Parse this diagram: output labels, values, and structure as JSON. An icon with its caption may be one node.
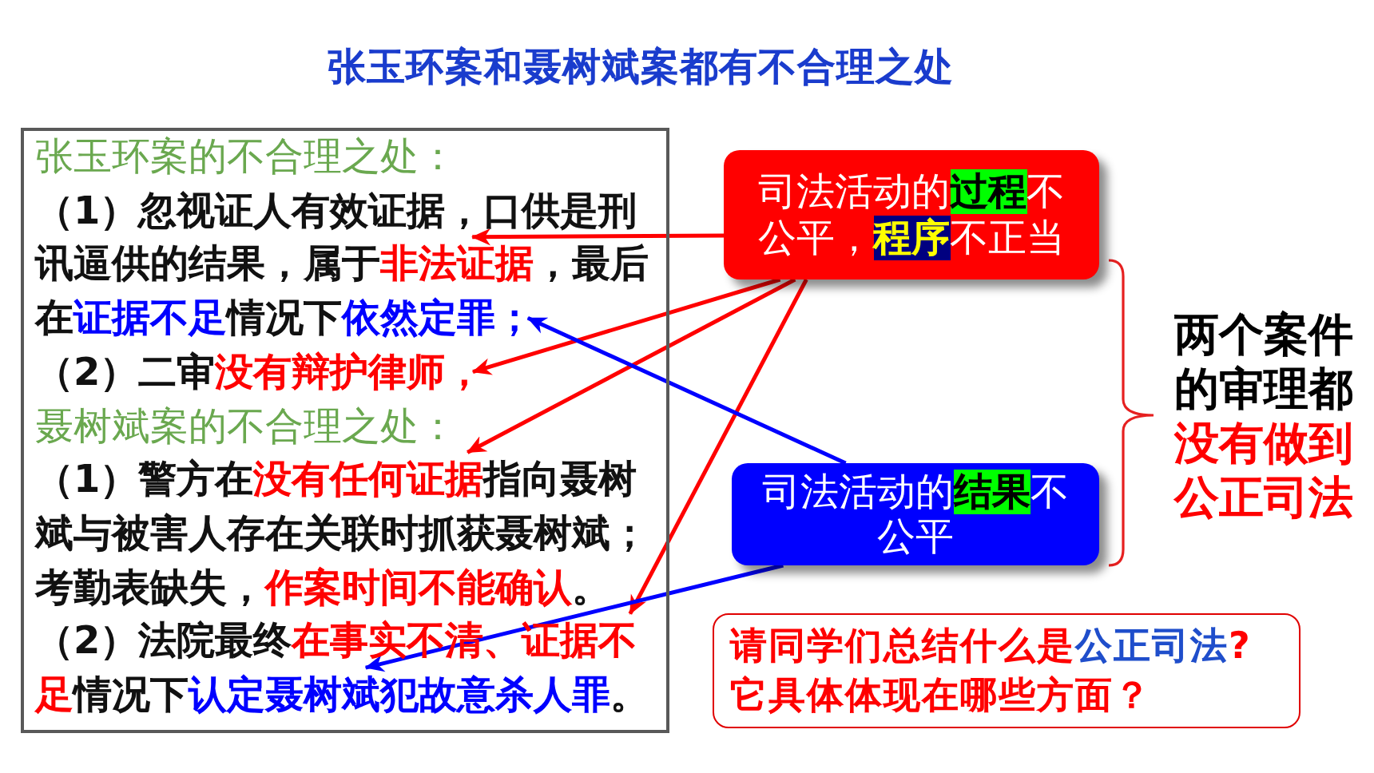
{
  "diagram": {
    "title": "张玉环案和聂树斌案都有不合理之处",
    "nodes": [
      {
        "text": [
          "张玉环案的不合理之处：",
          "（1）忽视证人有效证据，口供是刑讯逼供的结果，属于**非法证据**，最后在**证据不足**情况下**依然定罪；**",
          "（2）二审**没有辩护律师，**",
          "聂树斌案的不合理之处：",
          "（1）警方在**没有任何证据**指向聂树斌与被害人存在关联时抓获聂树斌；考勤表缺失，**作案时间不能确认**。",
          "（2）法院最终**在事实不清、证据不足**情况下**认定聂树斌犯故意杀人罪**。"
        ]
      },
      {
        "text": [
          "司法活动的**过程**不公平，**程序**不正当"
        ]
      },
      {
        "text": [
          "司法活动的**结果**不公平"
        ]
      },
      {
        "text": [
          "请同学们总结什么是**公正司法**?它具体体现在哪些方面？"
        ]
      }
    ],
    "edges": [
      {
        "from": 1,
        "to": 0,
        "arrow": "to"
      },
      {
        "from": 1,
        "to": 0,
        "arrow": "to"
      },
      {
        "from": 1,
        "to": 0,
        "arrow": "to"
      },
      {
        "from": 1,
        "to": 0,
        "arrow": "to"
      },
      {
        "from": 2,
        "to": 0,
        "arrow": "to",
        "color": "#0000ff"
      },
      {
        "from": 2,
        "to": 0,
        "arrow": "to",
        "color": "#0000ff"
      }
    ],
    "labels": [
      "两个案件的审理都",
      "没有做到公正司法"
    ]
  }
}
